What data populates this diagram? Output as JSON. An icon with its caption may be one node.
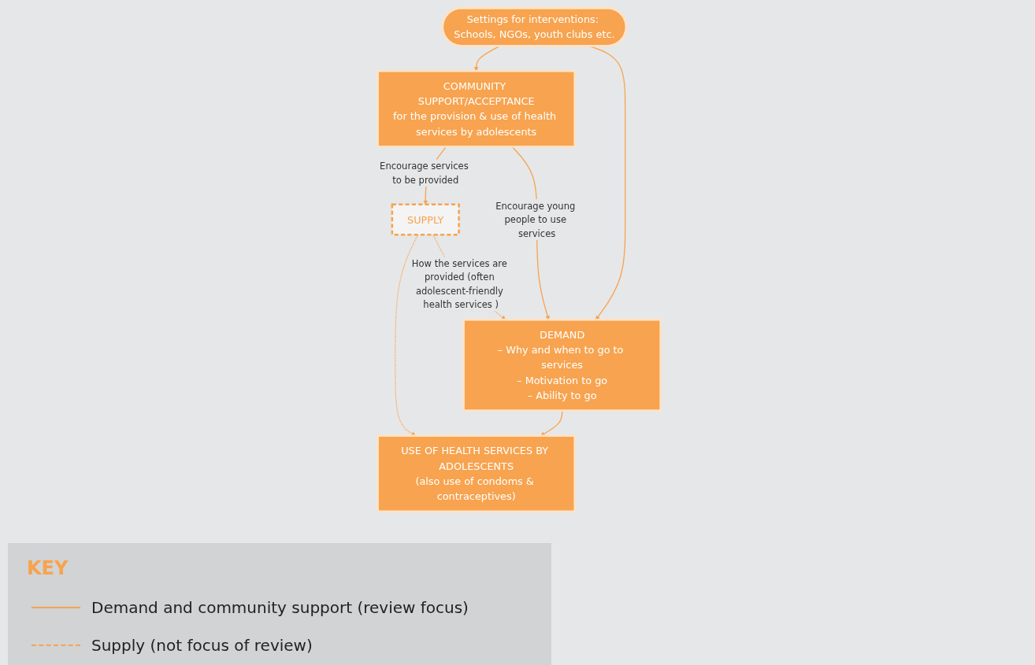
{
  "diagram": {
    "nodes": [
      {
        "text": [
          "USE OF HEALTH SERVICES BY ADOLESCENTS",
          "(also use of condoms & contraceptives)"
        ]
      },
      {
        "text": [
          "SUPPLY"
        ]
      },
      {
        "text": [
          "DEMAND",
          "– Why and when to go to services",
          "– Motivation to go",
          "– Ability to go"
        ]
      },
      {
        "text": [
          "COMMUNITY SUPPORT/ACCEPTANCE",
          "for the provision & use of health services by adolescents"
        ]
      },
      {
        "text": [
          "Settings for interventions: Schools, NGOs, youth clubs etc."
        ]
      }
    ],
    "edges": [
      {
        "from": 1,
        "to": 0,
        "arrow": "to",
        "style": "dashed"
      },
      {
        "from": 2,
        "to": 0,
        "arrow": "to"
      },
      {
        "from": 1,
        "to": 2,
        "arrow": "to",
        "style": "dashed",
        "label": "How the services are provided (often adolescent-friendly health services )"
      },
      {
        "from": 3,
        "to": 1,
        "arrow": "to",
        "label": "Encourage services to be provided"
      },
      {
        "from": 3,
        "to": 2,
        "arrow": "to",
        "label": "Encourage young people to use services"
      },
      {
        "from": 4,
        "to": 3,
        "arrow": "to"
      },
      {
        "from": 4,
        "to": 2,
        "arrow": "to"
      }
    ],
    "labels": [
      "KEY"
    ],
    "legend": [
      {
        "text": "Demand and community support (review focus)"
      },
      {
        "text": "Supply (not focus of review)"
      }
    ]
  }
}
